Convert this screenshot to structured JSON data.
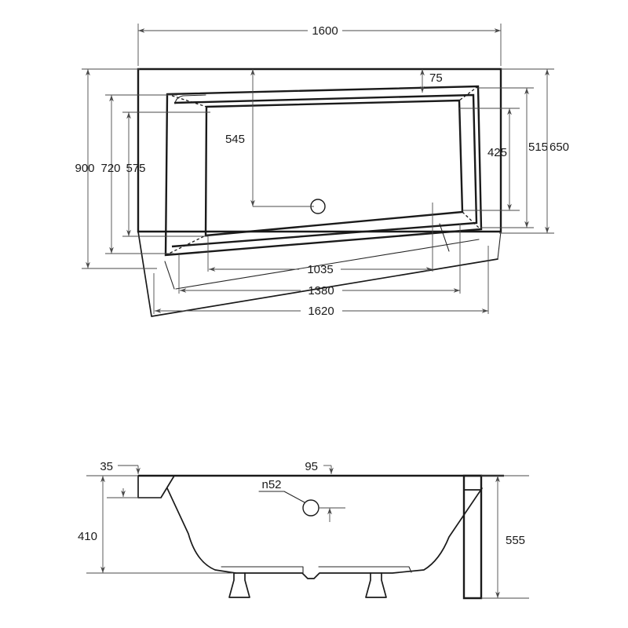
{
  "drawing": {
    "title": "Asymmetric bathtub technical drawing",
    "units": "mm",
    "line_color": "#1a1a1a",
    "dimension_color": "#4a4a4a",
    "background": "#ffffff"
  },
  "views": {
    "plan": {
      "name": "plan-view",
      "dimensions": {
        "overall_length_top": "1600",
        "rim_width_top": "75",
        "left_stack": [
          "900",
          "720",
          "575"
        ],
        "right_stack": [
          "425",
          "515",
          "650"
        ],
        "inner_depth": "545",
        "bottom_stack": [
          "1035",
          "1380",
          "1620"
        ]
      }
    },
    "elevation": {
      "name": "side-elevation-view",
      "dimensions": {
        "rim_thickness": "35",
        "rim_offset": "95",
        "inner_height": "410",
        "overall_height": "555",
        "drain_label": "n52"
      }
    }
  },
  "labels": {
    "d1600": "1600",
    "d75": "75",
    "d900": "900",
    "d720": "720",
    "d575": "575",
    "d545": "545",
    "d425": "425",
    "d515": "515",
    "d650": "650",
    "d1035": "1035",
    "d1380": "1380",
    "d1620": "1620",
    "d35": "35",
    "d95": "95",
    "d410": "410",
    "d555": "555",
    "dn52": "n52"
  }
}
